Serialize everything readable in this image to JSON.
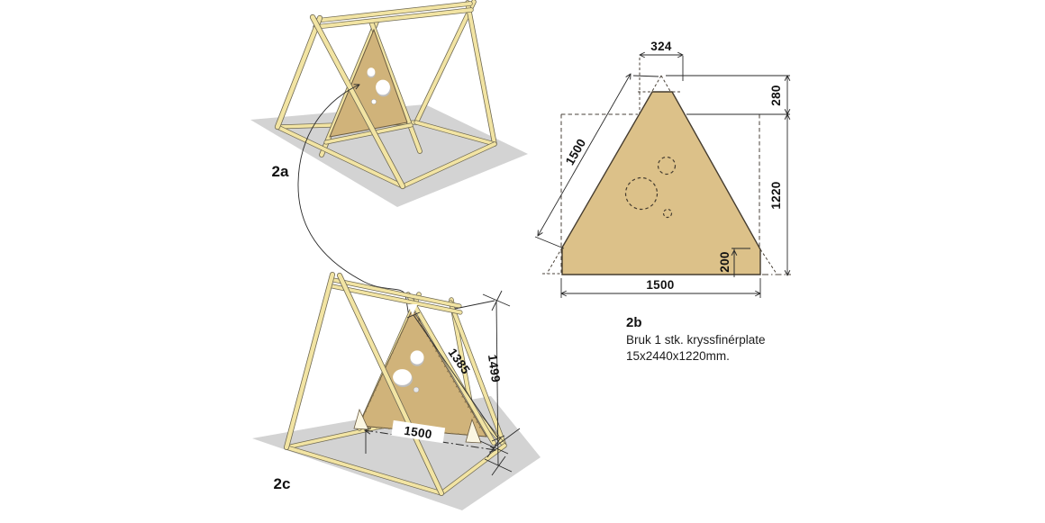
{
  "figure_2a": {
    "label": "2a"
  },
  "figure_2b": {
    "label": "2b",
    "note_line1": "Bruk 1 stk. kryssfinérplate",
    "note_line2": "15x2440x1220mm.",
    "dimensions": {
      "top_cut_width": "324",
      "apex_offset": "280",
      "panel_height": "1220",
      "corner_cut_height": "200",
      "base_width": "1500",
      "side_length": "1500"
    }
  },
  "figure_2c": {
    "label": "2c",
    "dimensions": {
      "panel_side": "1385",
      "frame_height": "1499",
      "base_width": "1500"
    }
  },
  "colors": {
    "wood": "#F2E4A3",
    "wood_edge": "#6E6852",
    "panel": "#D0B37A",
    "panel_2b": "#DCC189",
    "ground": "#D3D3D3",
    "line": "#2A2A2A"
  }
}
